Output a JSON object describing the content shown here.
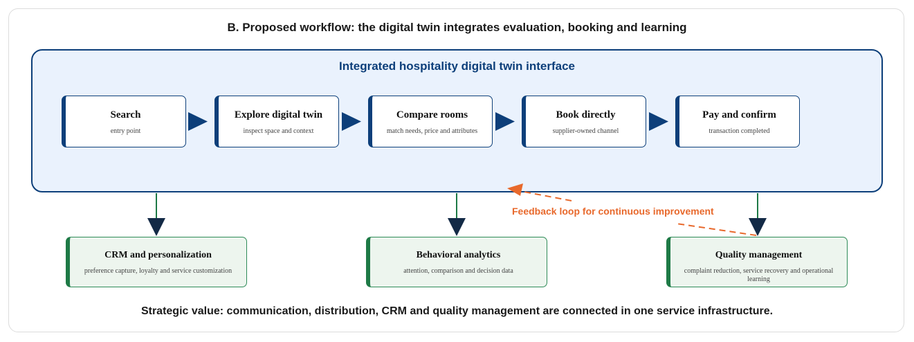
{
  "title": "B. Proposed workflow: the digital twin integrates evaluation, booking and learning",
  "panel_title": "Integrated hospitality digital twin interface",
  "steps": [
    {
      "title": "Search",
      "subtitle": "entry point"
    },
    {
      "title": "Explore digital twin",
      "subtitle": "inspect space and context"
    },
    {
      "title": "Compare rooms",
      "subtitle": "match needs, price and attributes"
    },
    {
      "title": "Book directly",
      "subtitle": "supplier-owned channel"
    },
    {
      "title": "Pay and confirm",
      "subtitle": "transaction completed"
    }
  ],
  "outputs": [
    {
      "title": "CRM and personalization",
      "subtitle": "preference capture, loyalty and service customization"
    },
    {
      "title": "Behavioral analytics",
      "subtitle": "attention, comparison and decision data"
    },
    {
      "title": "Quality management",
      "subtitle": "complaint reduction, service recovery and operational learning"
    }
  ],
  "feedback_label": "Feedback loop for continuous improvement",
  "footer": "Strategic value: communication, distribution, CRM and quality management are connected in one service infrastructure.",
  "colors": {
    "panel_border": "#0d3f7a",
    "panel_fill": "#eaf2fd",
    "output_border": "#2e8b57",
    "output_fill": "#edf5ee",
    "feedback": "#e8692c",
    "connector": "#1e7a46",
    "arrowhead": "#132a46"
  }
}
